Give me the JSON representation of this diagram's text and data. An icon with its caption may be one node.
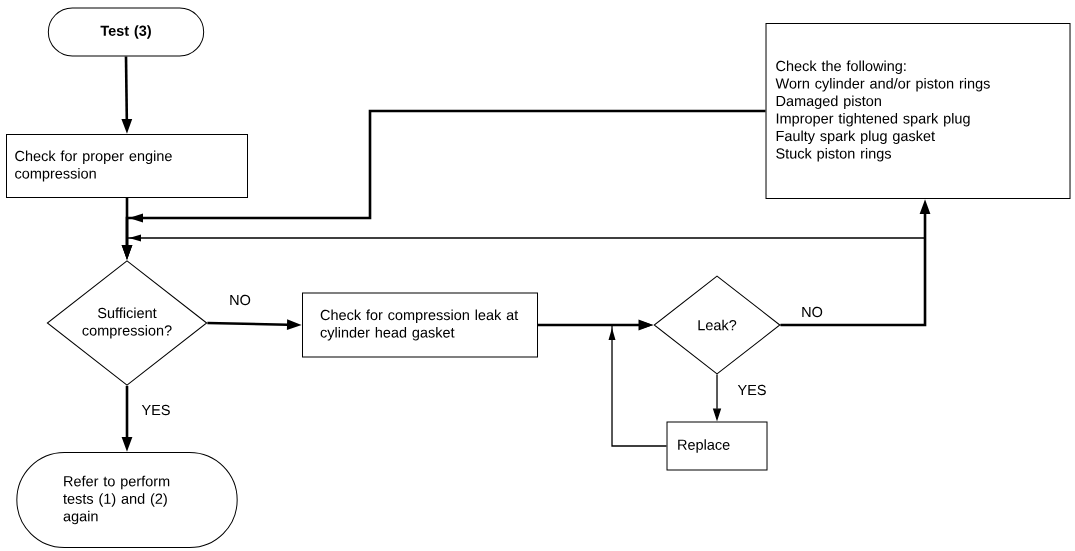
{
  "diagram": {
    "nodes": [
      {
        "text": [
          "Test (3)"
        ]
      },
      {
        "text": [
          "Check for proper engine compression"
        ]
      },
      {
        "text": [
          "Check the following:",
          "Worn cylinder and/or piston rings",
          "Damaged piston",
          "Improper tightened spark plug",
          "Faulty spark plug gasket",
          "Stuck piston rings"
        ]
      },
      {
        "text": [
          "Sufficient compression?"
        ]
      },
      {
        "text": [
          "Check for compression leak at cylinder head gasket"
        ]
      },
      {
        "text": [
          "Leak?"
        ]
      },
      {
        "text": [
          "Refer to perform tests (1) and (2) again"
        ]
      },
      {
        "text": [
          "Replace"
        ]
      }
    ],
    "edges": [
      {
        "from": 0,
        "to": 1,
        "arrow": "to"
      },
      {
        "from": 1,
        "to": 3,
        "arrow": "to"
      },
      {
        "from": 2,
        "to": 3,
        "arrow": "to"
      },
      {
        "from": 3,
        "to": 4,
        "arrow": "to",
        "label": "NO"
      },
      {
        "from": 3,
        "to": 6,
        "arrow": "to",
        "label": "YES"
      },
      {
        "from": 4,
        "to": 5,
        "arrow": "to"
      },
      {
        "from": 5,
        "to": 2,
        "arrow": "to",
        "label": "NO"
      },
      {
        "from": 5,
        "to": 3,
        "arrow": "to"
      },
      {
        "from": 5,
        "to": 7,
        "arrow": "to",
        "label": "YES"
      },
      {
        "from": 7,
        "to": 5,
        "arrow": "to"
      }
    ]
  }
}
